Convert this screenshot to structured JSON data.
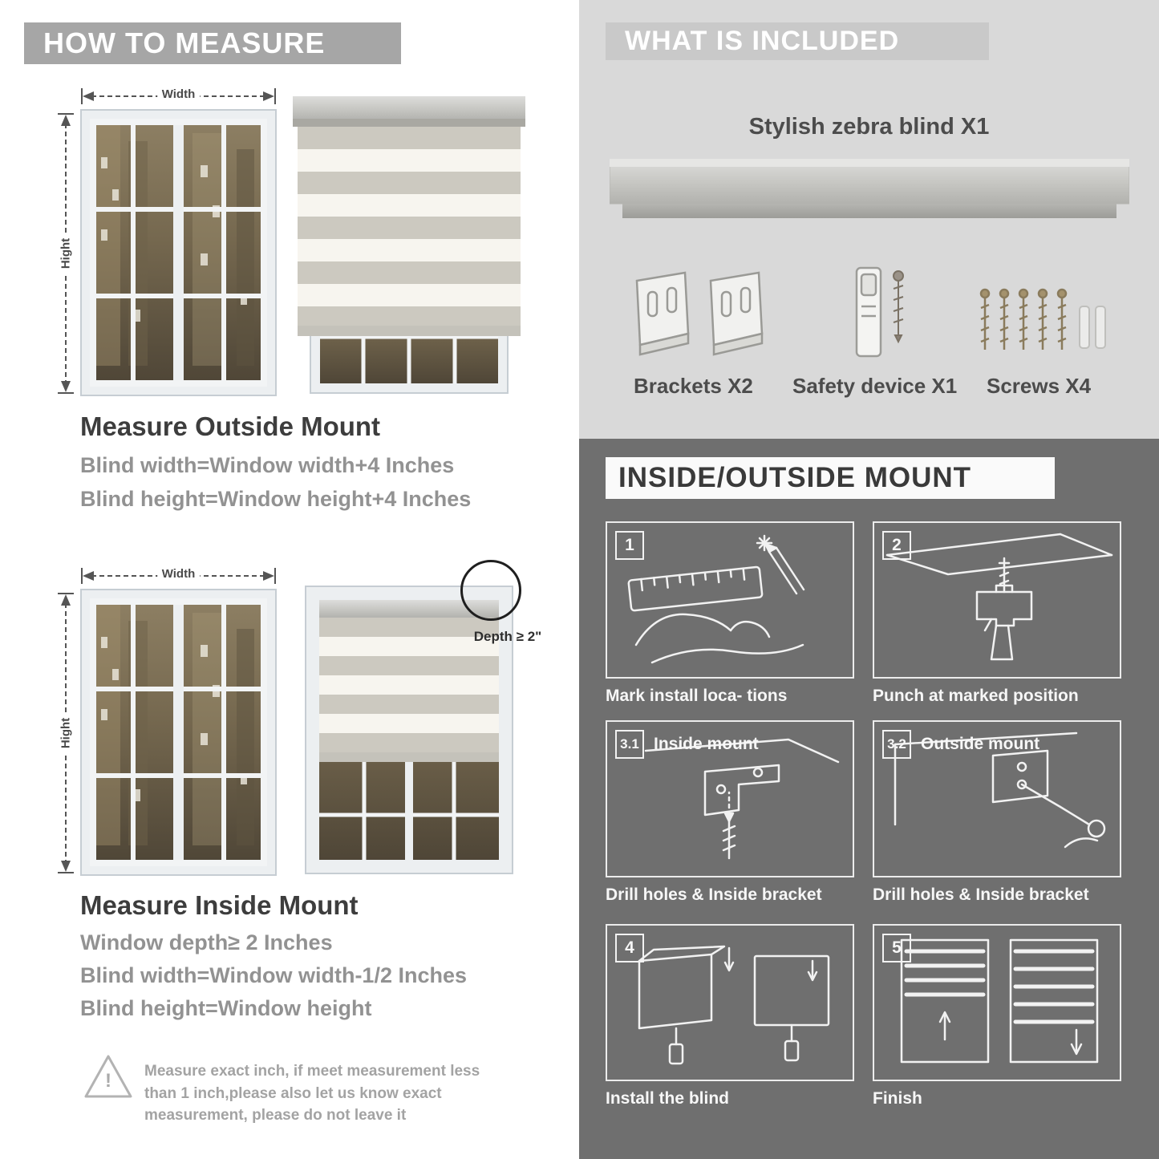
{
  "colors": {
    "header_gray": "#a6a6a6",
    "included_bg": "#d9d9d9",
    "included_band": "#c9c9c9",
    "mount_bg": "#6f6f6f",
    "text_dark": "#3d3d3d",
    "text_gray": "#929292"
  },
  "how_to_measure": {
    "header": "HOW TO MEASURE",
    "outside": {
      "width_label": "Width",
      "height_label": "Hight",
      "title": "Measure Outside Mount",
      "lines": [
        "Blind width=Window width+4 Inches",
        "Blind height=Window height+4 Inches"
      ]
    },
    "inside": {
      "width_label": "Width",
      "height_label": "Hight",
      "depth_label": "Depth ≥ 2\"",
      "title": "Measure Inside Mount",
      "lines": [
        "Window depth≥ 2 Inches",
        "Blind width=Window width-1/2 Inches",
        "Blind height=Window height"
      ]
    },
    "warning_icon": "!",
    "warning_text": "Measure exact inch, if meet measurement less than 1 inch,please also let us know exact measurement, please do not leave it"
  },
  "what_is_included": {
    "header": "WHAT IS INCLUDED",
    "product_label": "Stylish zebra blind X1",
    "items": [
      {
        "icon": "brackets-icon",
        "label": "Brackets X2"
      },
      {
        "icon": "safety-device-icon",
        "label": "Safety device X1"
      },
      {
        "icon": "screws-icon",
        "label": "Screws X4"
      }
    ]
  },
  "mount_guide": {
    "header": "INSIDE/OUTSIDE MOUNT",
    "steps": [
      {
        "num": "1",
        "caption": "Mark install loca- tions"
      },
      {
        "num": "2",
        "caption": "Punch at  marked position"
      },
      {
        "num": "3.1",
        "title": "Inside mount",
        "caption": "Drill holes &  Inside bracket"
      },
      {
        "num": "3.2",
        "title": "Outside mount",
        "caption": "Drill holes &  Inside bracket"
      },
      {
        "num": "4",
        "caption": "Install the blind"
      },
      {
        "num": "5",
        "caption": "Finish"
      }
    ]
  }
}
